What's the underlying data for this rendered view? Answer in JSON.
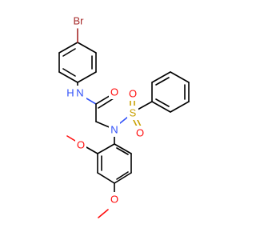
{
  "molecule": {
    "atom_labels": {
      "bromine": "Br",
      "amide_nh": "N",
      "amide_h": "H",
      "carbonyl_o": "O",
      "sulfonamide_n": "N",
      "sulfur": "S",
      "sulfonyl_o1": "O",
      "sulfonyl_o2": "O",
      "methoxy_o1": "O",
      "methoxy_o2": "O"
    },
    "colors": {
      "carbon": "#000000",
      "nitrogen": "#3050f8",
      "oxygen": "#ff0d0d",
      "sulfur": "#c8a000",
      "bromine": "#a62929"
    }
  }
}
